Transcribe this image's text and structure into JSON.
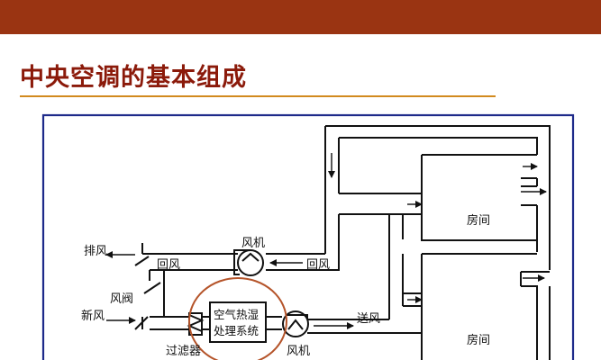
{
  "slide": {
    "title": "中央空调的基本组成"
  },
  "diagram": {
    "labels": {
      "exhaust": "排风",
      "return_left": "回风",
      "damper": "风阀",
      "fresh": "新风",
      "fan_top": "风机",
      "return_right": "回风",
      "unit_line1": "空气热湿",
      "unit_line2": "处理系统",
      "supply": "送风",
      "filter": "过滤器",
      "fan_bottom": "风机",
      "room_top": "房间",
      "room_bottom": "房间"
    }
  },
  "colors": {
    "top_bar": "#9a3412",
    "title": "#8b1a0a",
    "title_rule": "#d28a1e",
    "frame": "#1e2a8a",
    "highlight_circle": "#b5542a"
  }
}
